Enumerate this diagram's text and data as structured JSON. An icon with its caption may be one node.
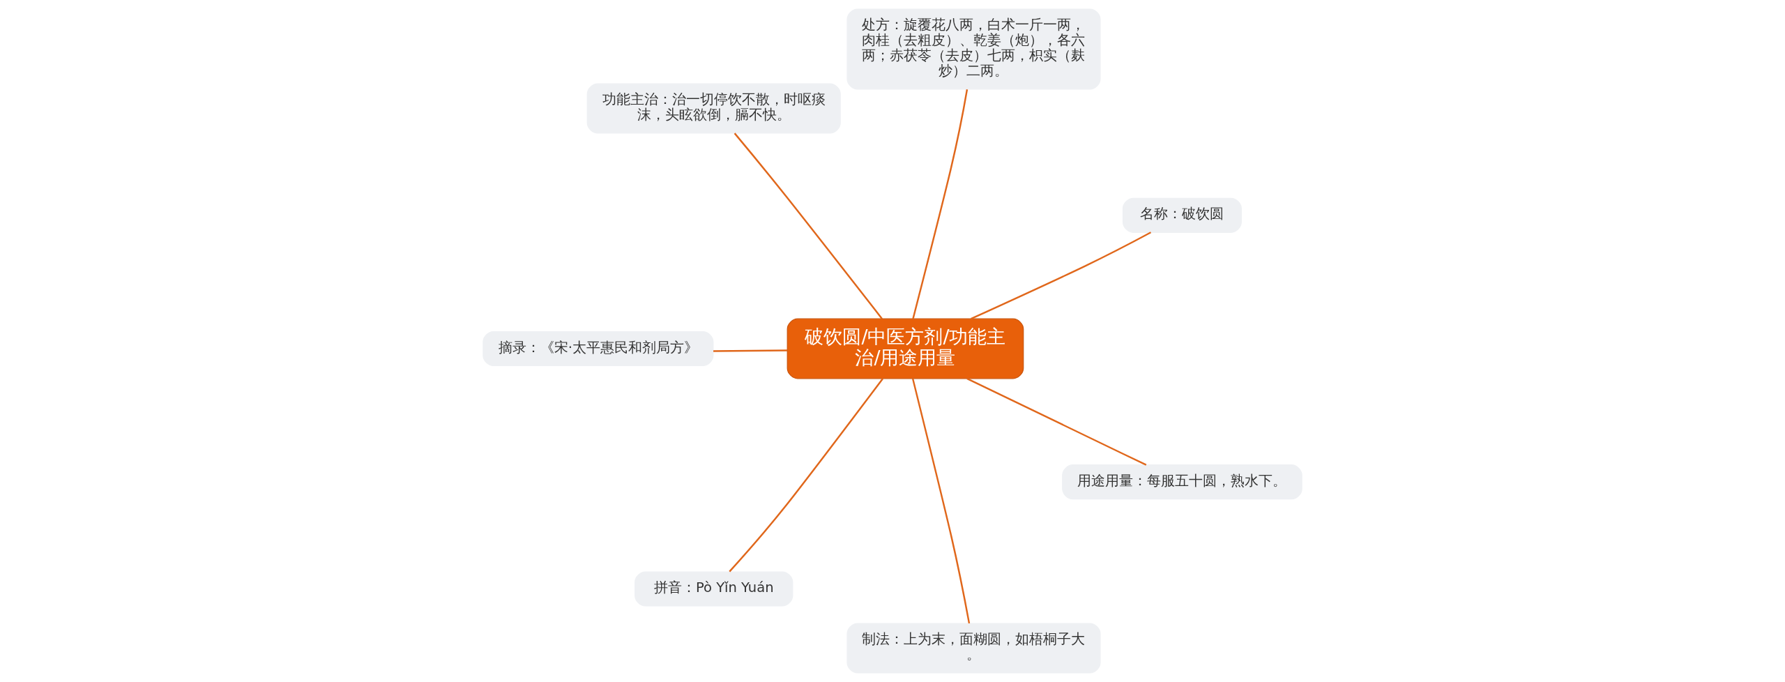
{
  "diagram": {
    "nodes": [
      {
        "text": [
          "破饮圆/中医方剂/功能主治/用途用量"
        ]
      },
      {
        "text": [
          "名称：破饮圆"
        ]
      },
      {
        "text": [
          "处方：旋覆花八两，白术一斤一两，肉桂（去粗皮）、乾姜（炮），各六两；赤茯苓（去皮）七两，枳实（麸炒）二两。"
        ]
      },
      {
        "text": [
          "功能主治：治一切停饮不散，时呕痰沫，头眩欲倒，膈不快。"
        ]
      },
      {
        "text": [
          "摘录：《宋·太平惠民和剂局方》"
        ]
      },
      {
        "text": [
          "拼音：Pò Yǐn Yuán"
        ]
      },
      {
        "text": [
          "制法：上为末，面糊圆，如梧桐子大。"
        ]
      },
      {
        "text": [
          "用途用量：每服五十圆，熟水下。"
        ]
      }
    ],
    "edges": [
      {
        "from": 0,
        "to": 1,
        "arrow": "none"
      },
      {
        "from": 0,
        "to": 2,
        "arrow": "none"
      },
      {
        "from": 0,
        "to": 3,
        "arrow": "none"
      },
      {
        "from": 0,
        "to": 4,
        "arrow": "none"
      },
      {
        "from": 0,
        "to": 5,
        "arrow": "none"
      },
      {
        "from": 0,
        "to": 6,
        "arrow": "none"
      },
      {
        "from": 0,
        "to": 7,
        "arrow": "none"
      }
    ]
  }
}
